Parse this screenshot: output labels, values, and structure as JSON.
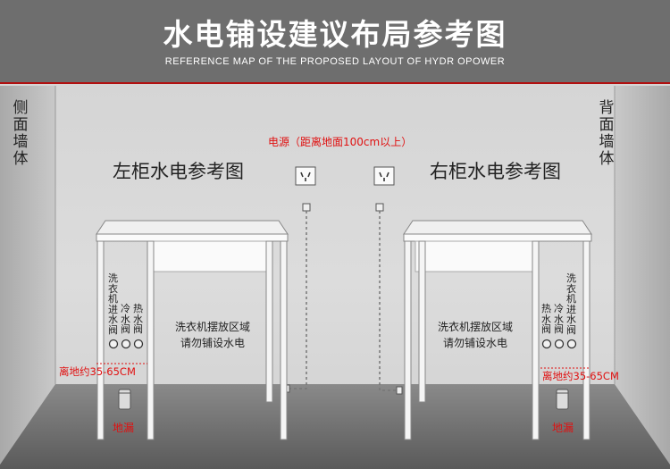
{
  "header": {
    "title": "水电铺设建议布局参考图",
    "subtitle": "REFERENCE MAP OF THE PROPOSED LAYOUT  OF HYDR OPOWER"
  },
  "walls": {
    "left": "侧面墙体",
    "right": "背面墙体"
  },
  "power_note": "电源（距离地面100cm以上）",
  "left_cabinet": {
    "title": "左柜水电参考图",
    "zone_lines": [
      "洗衣机摆放区域",
      "请勿铺设水电"
    ],
    "valves": [
      "洗衣机进水阀",
      "冷水阀",
      "热水阀"
    ],
    "height_note": "离地约35-65CM",
    "drain": "地漏"
  },
  "right_cabinet": {
    "title": "右柜水电参考图",
    "zone_lines": [
      "洗衣机摆放区域",
      "请勿铺设水电"
    ],
    "valves": [
      "热水阀",
      "冷水阀",
      "洗衣机进水阀"
    ],
    "height_note": "离地约35-65CM",
    "drain": "地漏"
  },
  "colors": {
    "header_bg": "#6e6e6e",
    "annotation_red": "#e01010",
    "dashed_line": "#777777"
  }
}
